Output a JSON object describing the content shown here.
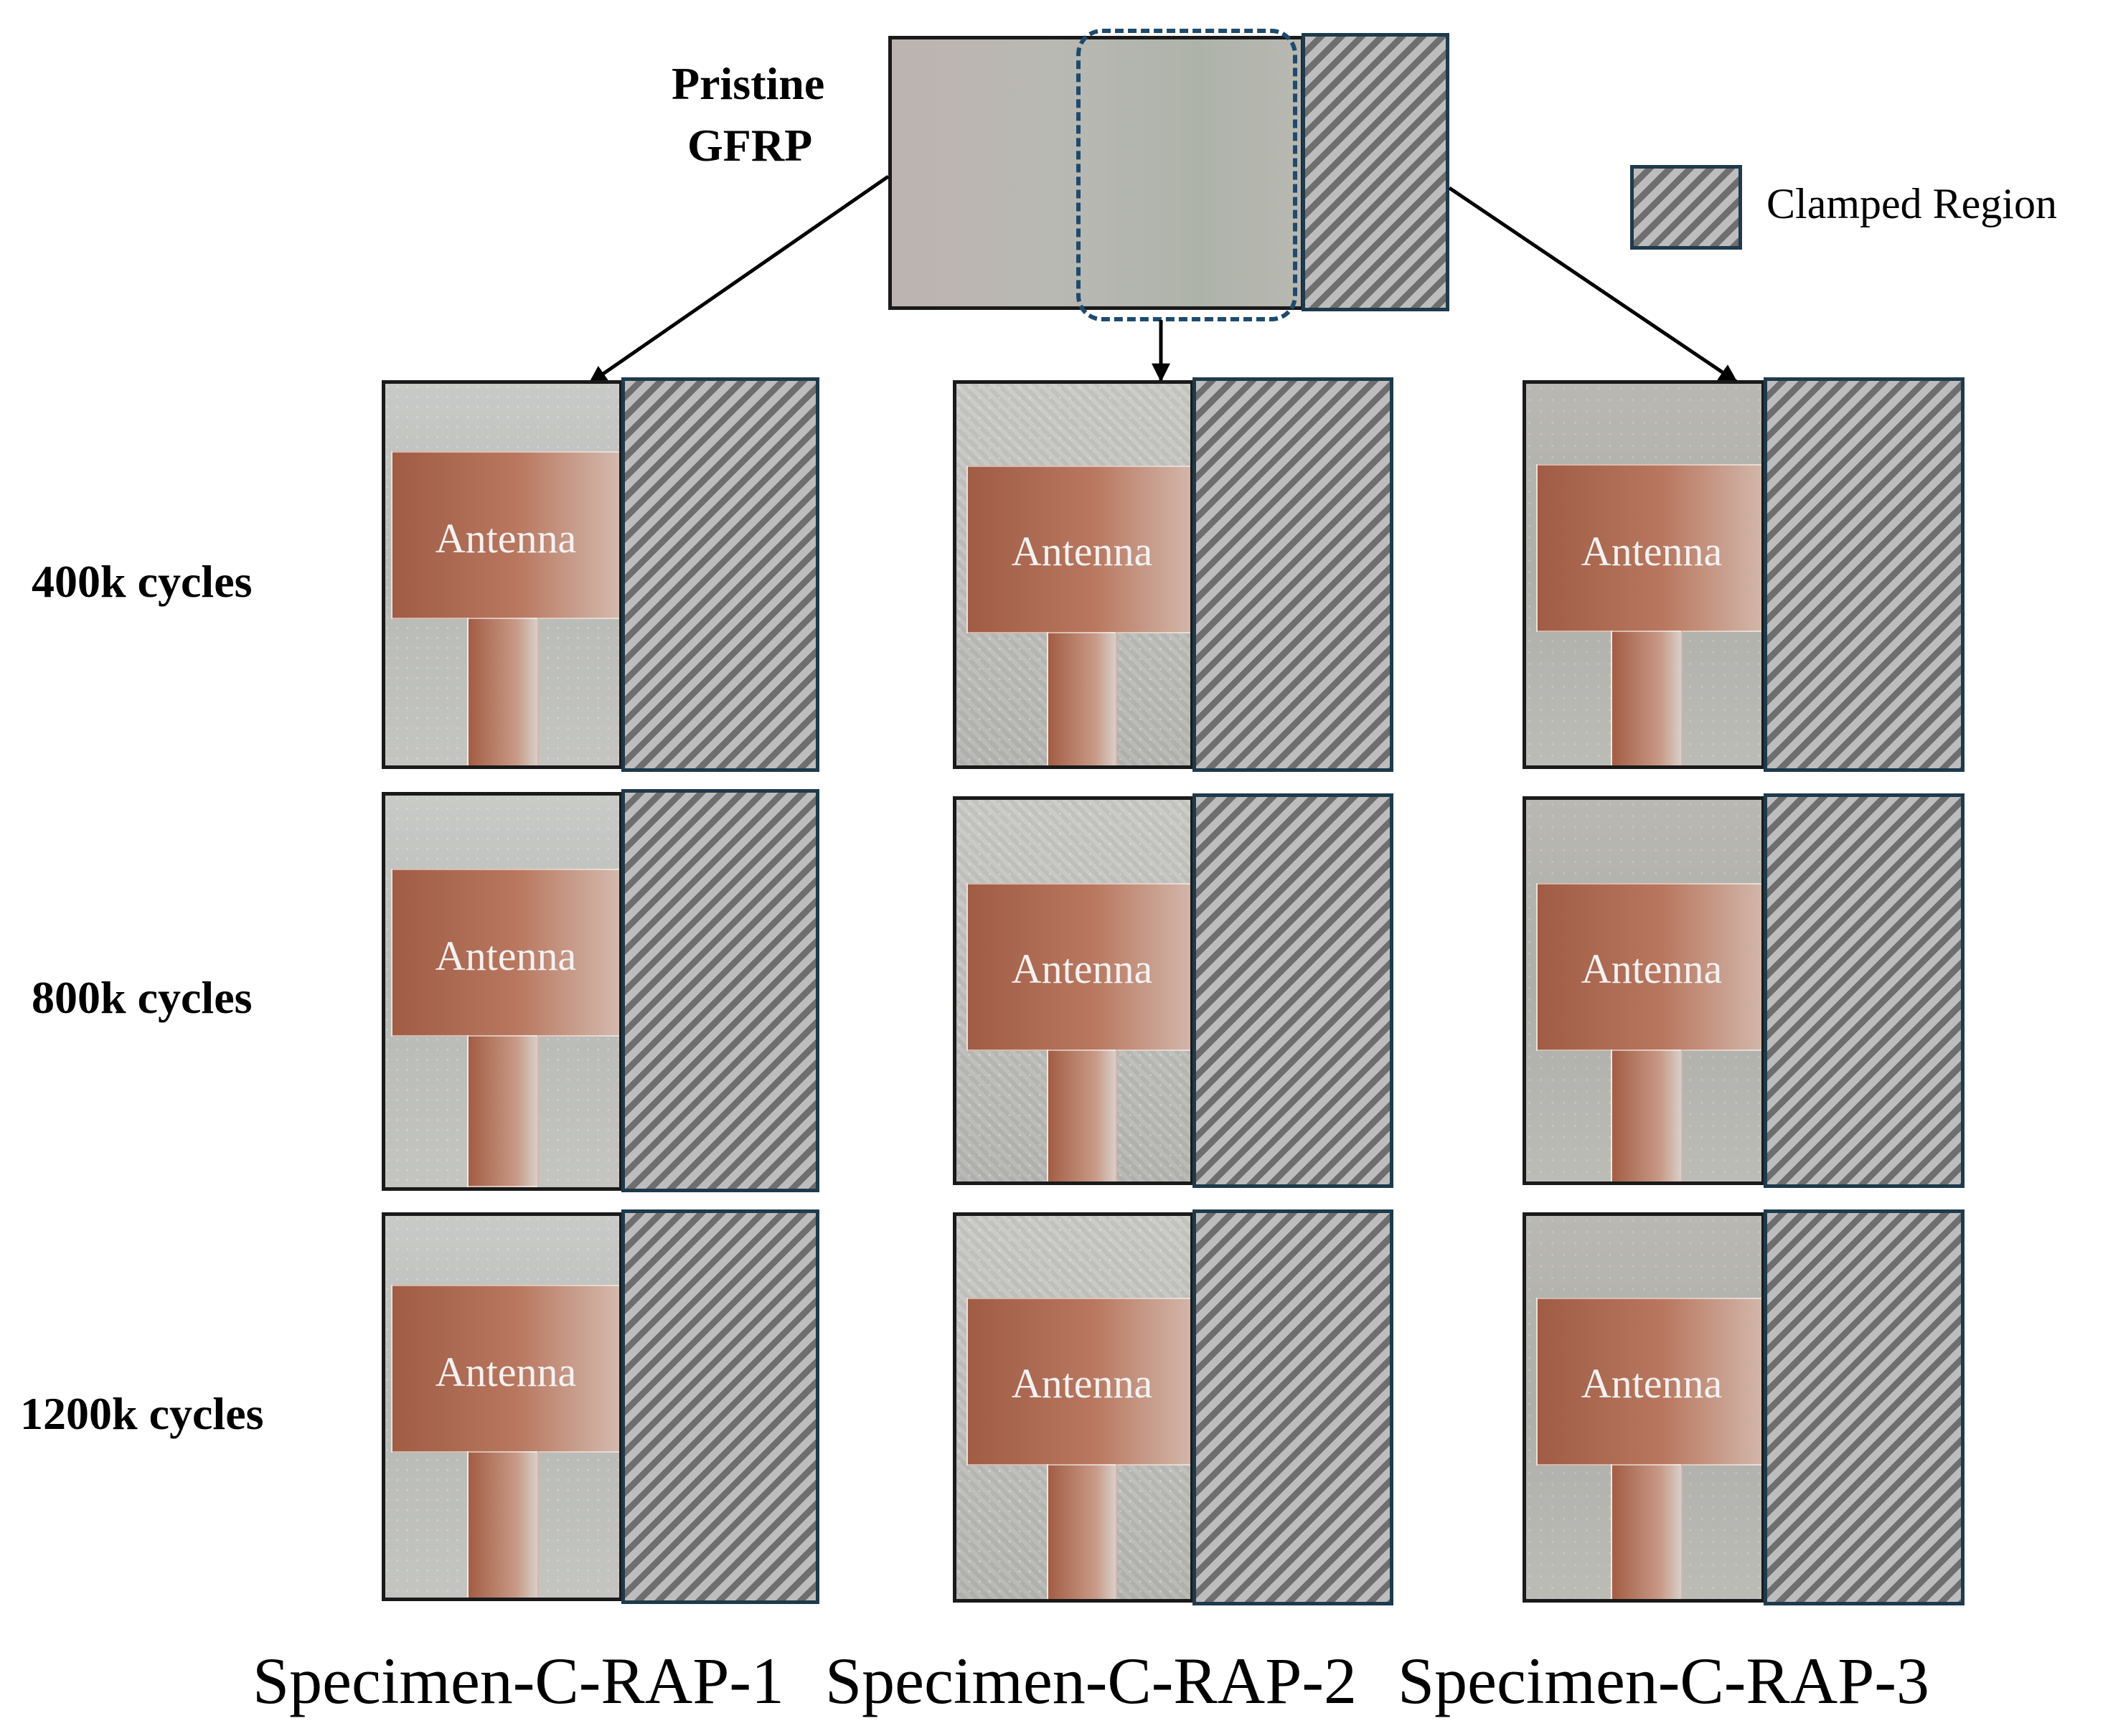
{
  "pristine": {
    "line1": "Pristine",
    "line2": "GFRP"
  },
  "legend": {
    "label": "Clamped Region"
  },
  "antenna_label": "Antenna",
  "rows": [
    {
      "label": "400k cycles"
    },
    {
      "label": "800k cycles"
    },
    {
      "label": "1200k cycles"
    }
  ],
  "specimens": [
    {
      "label": "Specimen-C-RAP-1"
    },
    {
      "label": "Specimen-C-RAP-2"
    },
    {
      "label": "Specimen-C-RAP-3"
    }
  ],
  "colors": {
    "outline": "#1e3a4c",
    "dashed_highlight": "#1f4a6e",
    "antenna_copper": "#a05c44"
  }
}
